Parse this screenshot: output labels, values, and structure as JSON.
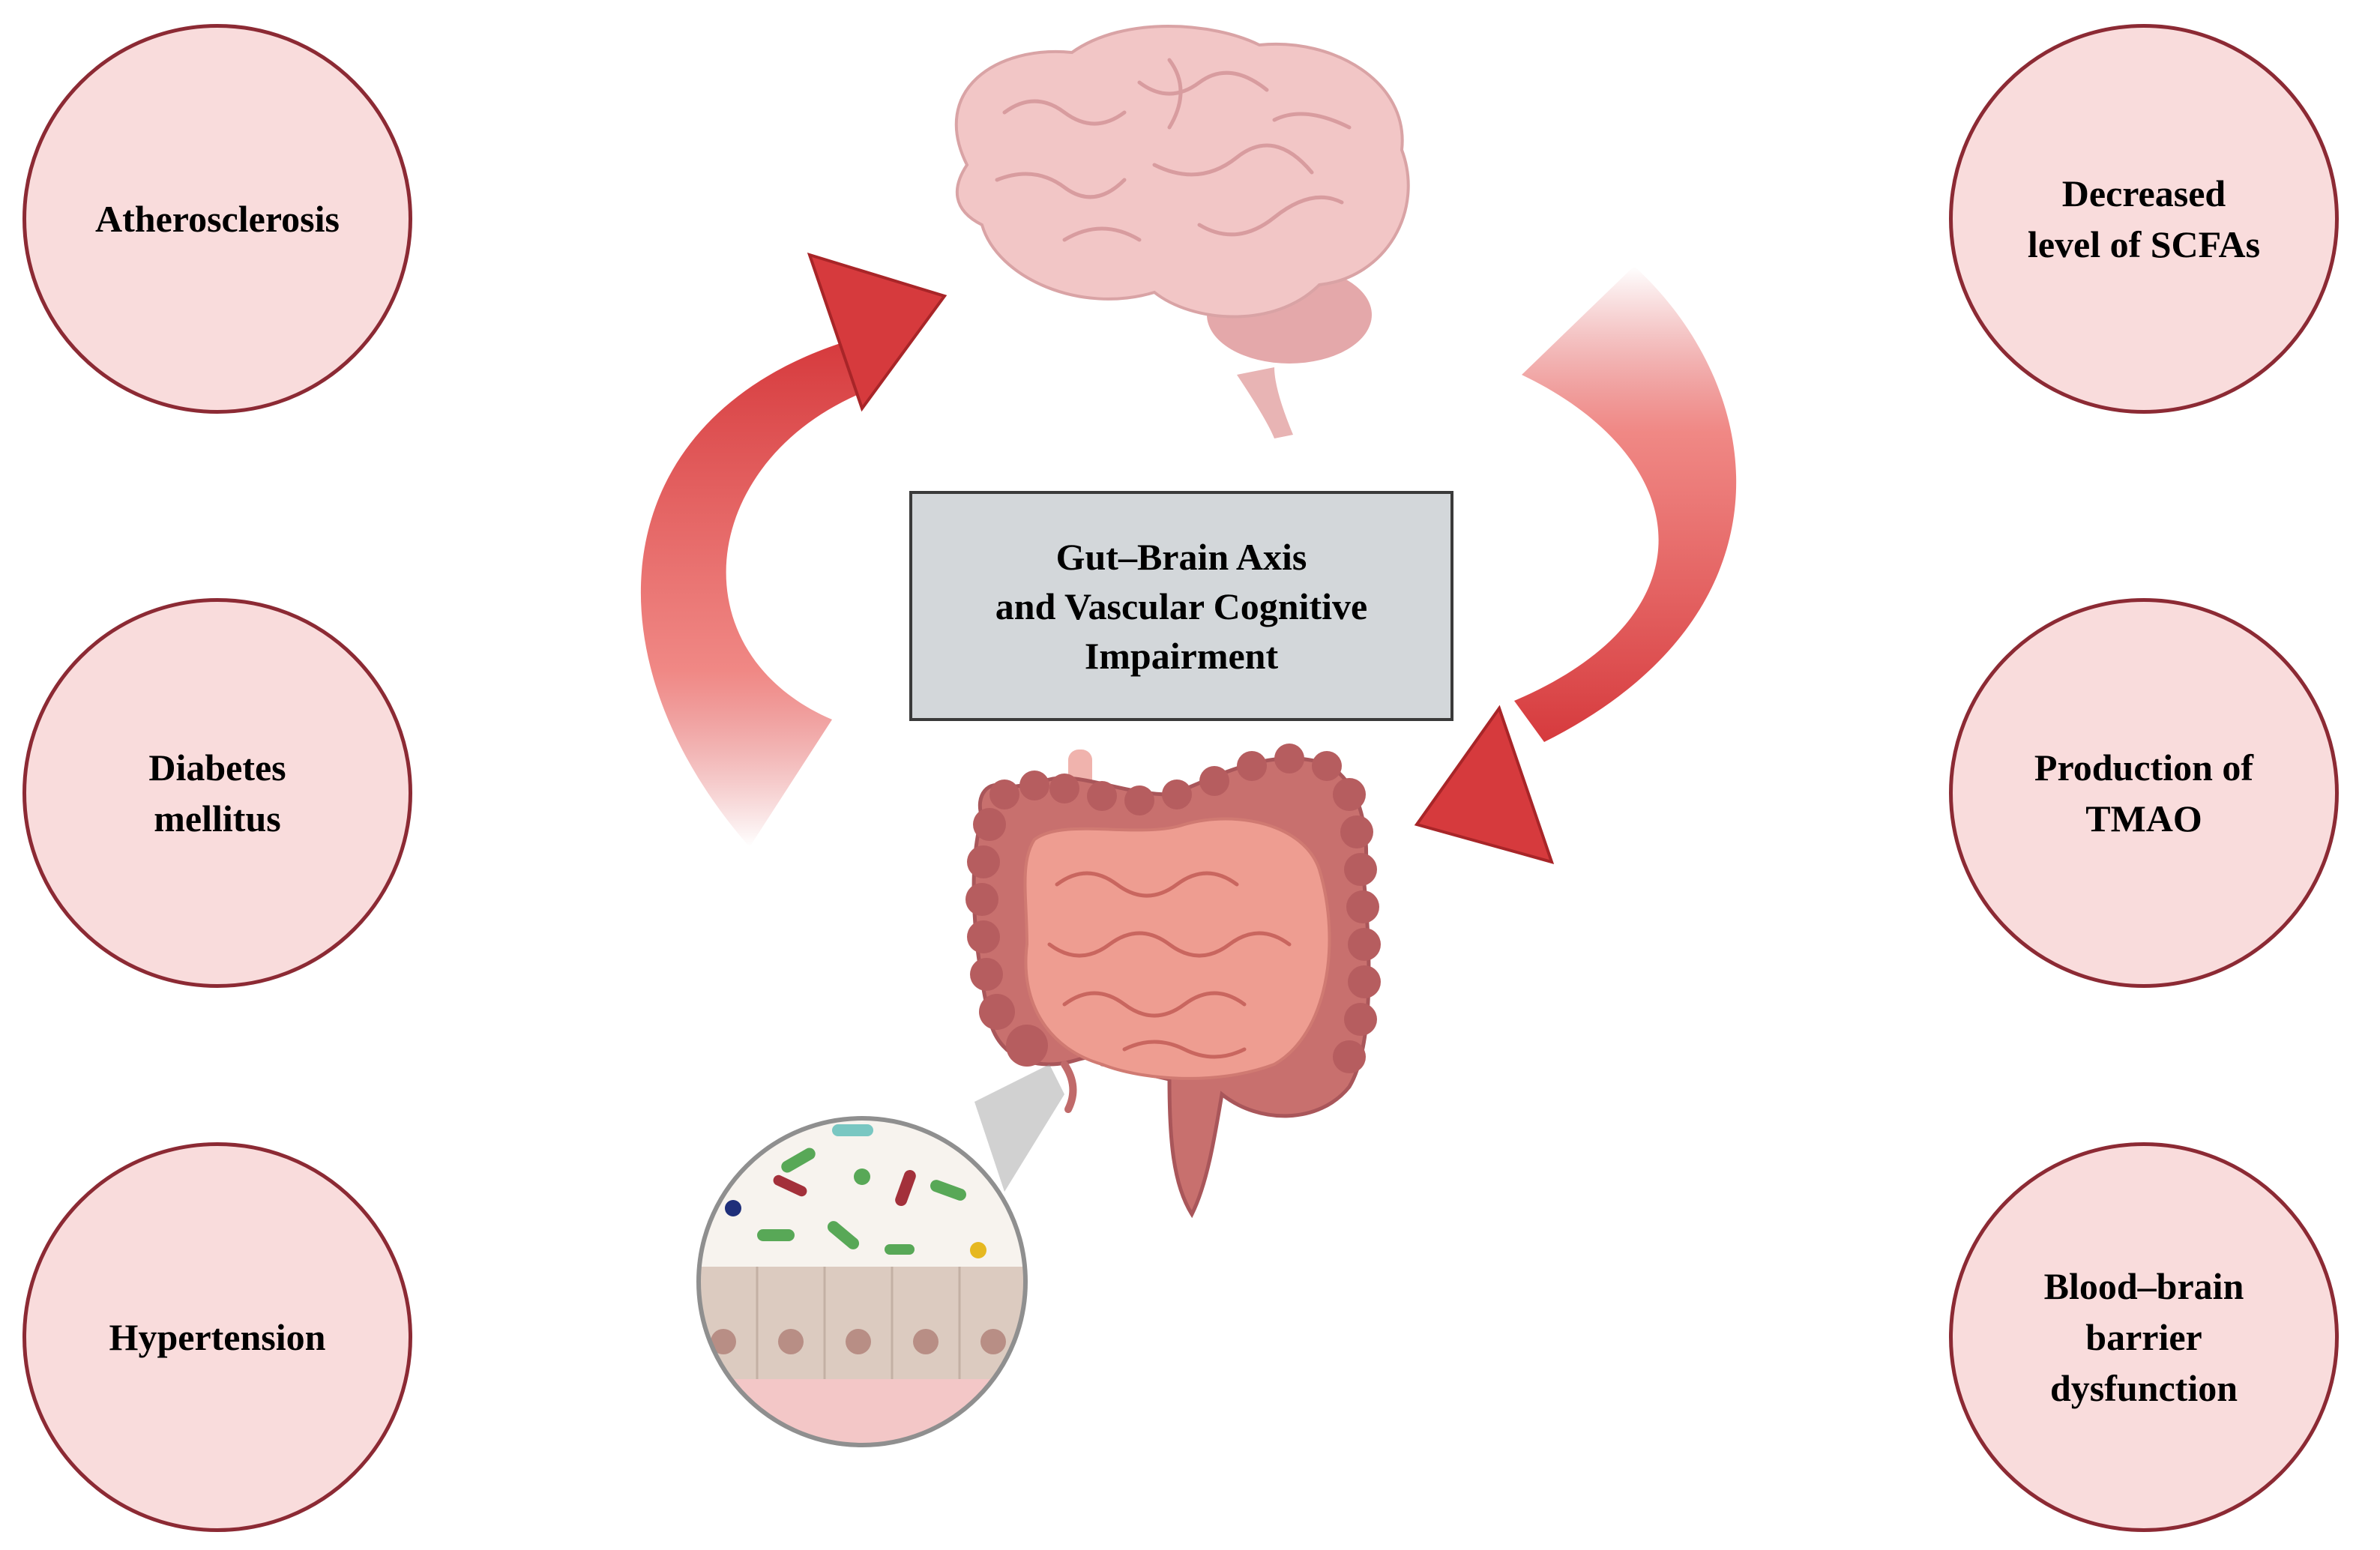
{
  "center_title": "Gut–Brain Axis\nand Vascular Cognitive\nImpairment",
  "left_factors": [
    "Atherosclerosis",
    "Diabetes\nmellitus",
    "Hypertension"
  ],
  "right_factors": [
    "Decreased\nlevel of SCFAs",
    "Production of\nTMAO",
    "Blood–brain\nbarrier\ndysfunction"
  ],
  "colors": {
    "circle_fill": "#f9dcdc",
    "circle_border": "#8c2a34",
    "arrow_red": "#d63a3d",
    "box_fill": "#d3d7da",
    "brain": "#f1c4c4",
    "intestine": "#d98a86"
  },
  "icons": [
    "brain-icon",
    "intestine-icon",
    "gut-microbiota-magnifier-icon",
    "up-arrow-icon",
    "down-arrow-icon"
  ]
}
